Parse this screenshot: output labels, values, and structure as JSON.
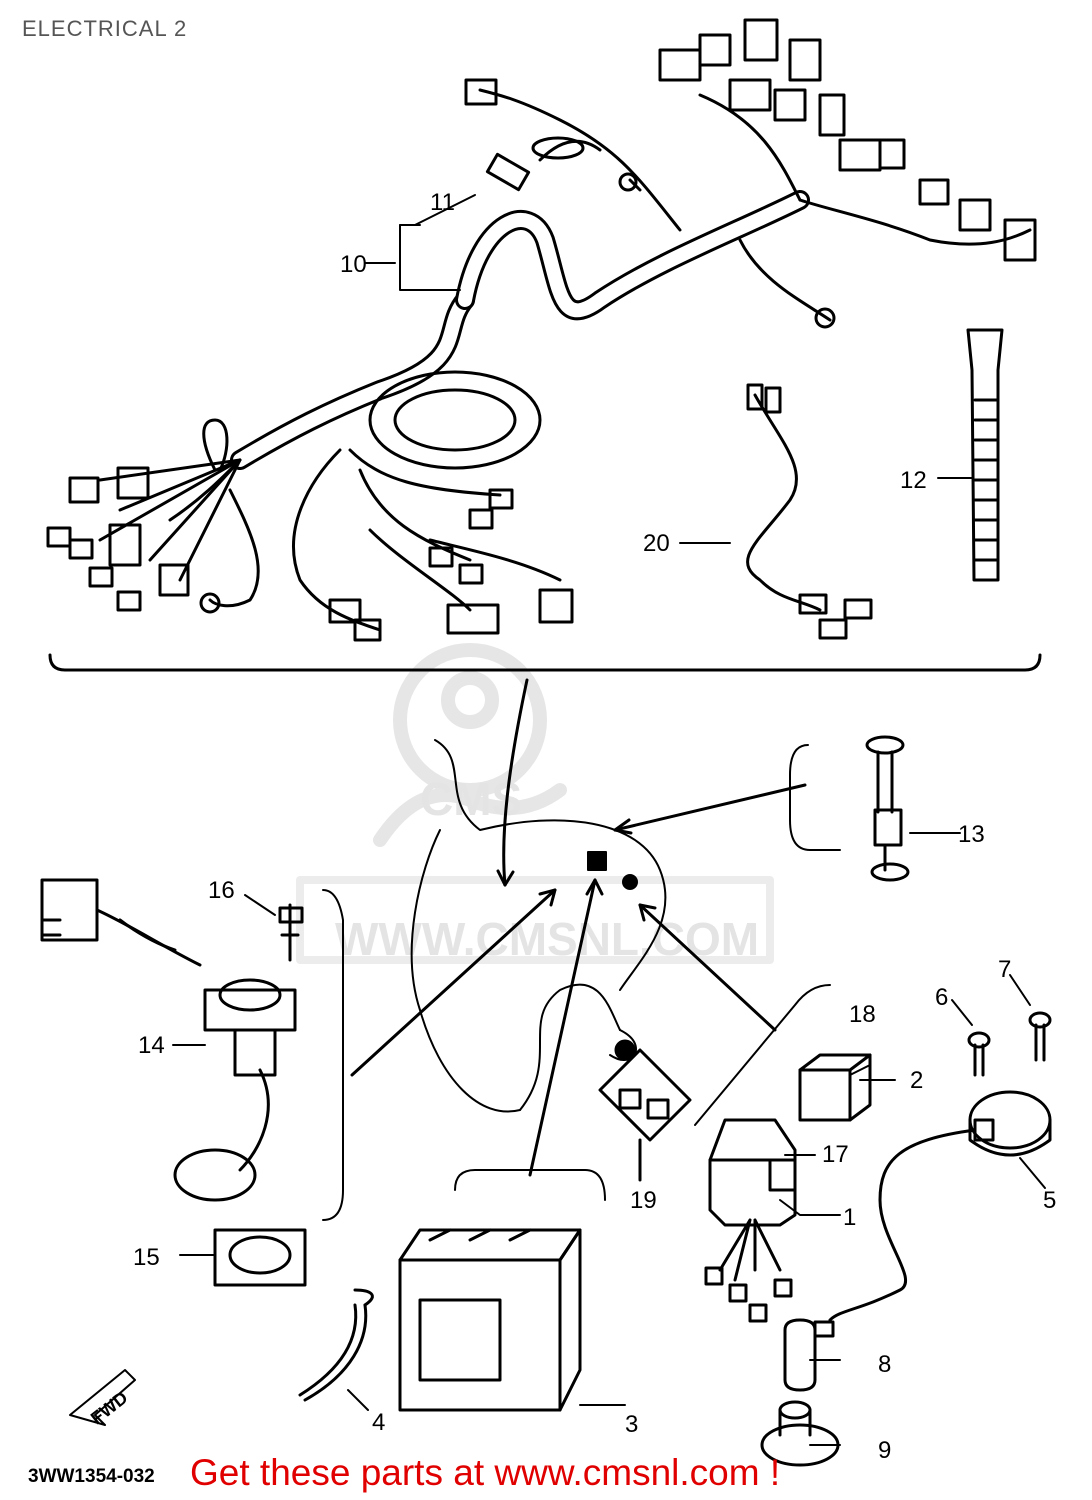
{
  "page": {
    "title": "ELECTRICAL 2"
  },
  "watermark": {
    "text": "WWW.CMSNL.COM",
    "logo": "CMS"
  },
  "callouts": {
    "c1": "1",
    "c2": "2",
    "c3": "3",
    "c4": "4",
    "c5": "5",
    "c6": "6",
    "c7": "7",
    "c8": "8",
    "c9": "9",
    "c10": "10",
    "c11": "11",
    "c12": "12",
    "c13": "13",
    "c14": "14",
    "c15": "15",
    "c16": "16",
    "c17": "17",
    "c18": "18",
    "c19": "19",
    "c20": "20"
  },
  "direction_label": "FWD",
  "footer": {
    "drawing_code": "3WW1354-032",
    "promo": "Get these parts at www.cmsnl.com !"
  }
}
